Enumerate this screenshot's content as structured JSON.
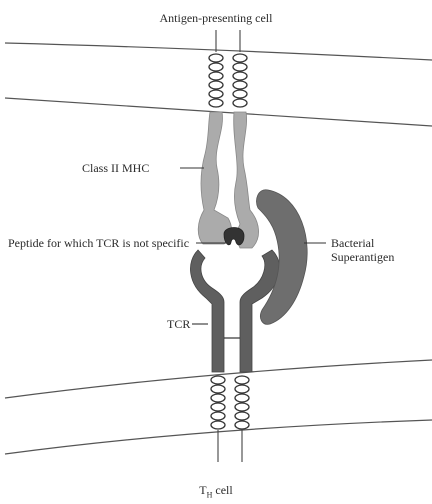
{
  "labels": {
    "top_cell": "Antigen-presenting cell",
    "mhc": "Class II MHC",
    "peptide": "Peptide for which TCR is not specific",
    "superantigen": "Bacterial Superantigen",
    "tcr": "TCR",
    "bottom_cell_main": "T",
    "bottom_cell_sub": "H",
    "bottom_cell_suffix": " cell"
  },
  "colors": {
    "mhc": "#ababab",
    "tcr": "#5f5f5f",
    "superantigen": "#6e6e6e",
    "membrane": "#555555"
  }
}
